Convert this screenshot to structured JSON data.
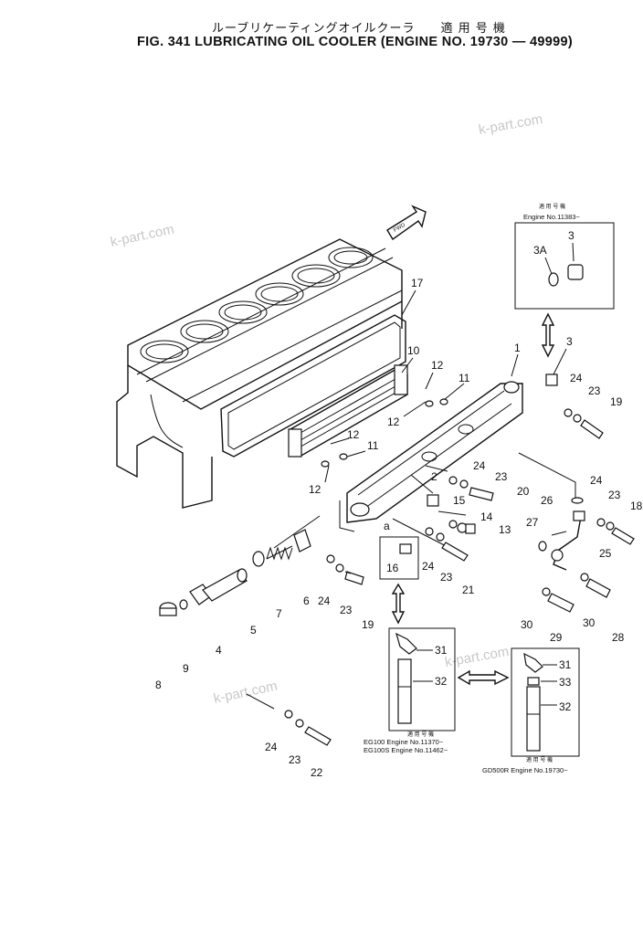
{
  "header": {
    "jp_title": "ルーブリケーティングオイルクーラ　　適 用 号 機",
    "title": "FIG. 341  LUBRICATING OIL COOLER (ENGINE NO. 19730 — 49999)"
  },
  "watermarks": [
    "k-part.com",
    "k-part.com",
    "k-part.com",
    "k-part.com"
  ],
  "fwd_label": "FWD",
  "inset_top": {
    "jp": "適 用 号 機",
    "engine": "Engine No.11383~",
    "labels": [
      "3",
      "3A"
    ]
  },
  "inset_a": {
    "letter": "a",
    "label": "16"
  },
  "inset_bottom_left": {
    "labels": [
      "31",
      "32"
    ],
    "jp": "適 用 号 機",
    "line1": "EG100   Engine No.11370~",
    "line2": "EG100S  Engine No.11462~"
  },
  "inset_bottom_right": {
    "labels": [
      "31",
      "33",
      "32"
    ],
    "jp": "適 用 号 機",
    "line1": "GD500R  Engine No.19730~"
  },
  "callouts": [
    "17",
    "10",
    "12",
    "11",
    "12",
    "12",
    "11",
    "12",
    "1",
    "3",
    "24",
    "23",
    "19",
    "2",
    "24",
    "23",
    "20",
    "15",
    "14",
    "13",
    "24",
    "23",
    "21",
    "26",
    "24",
    "23",
    "18",
    "27",
    "25",
    "30",
    "29",
    "30",
    "28",
    "6",
    "24",
    "23",
    "19",
    "5",
    "7",
    "4",
    "9",
    "8",
    "24",
    "23",
    "22"
  ]
}
